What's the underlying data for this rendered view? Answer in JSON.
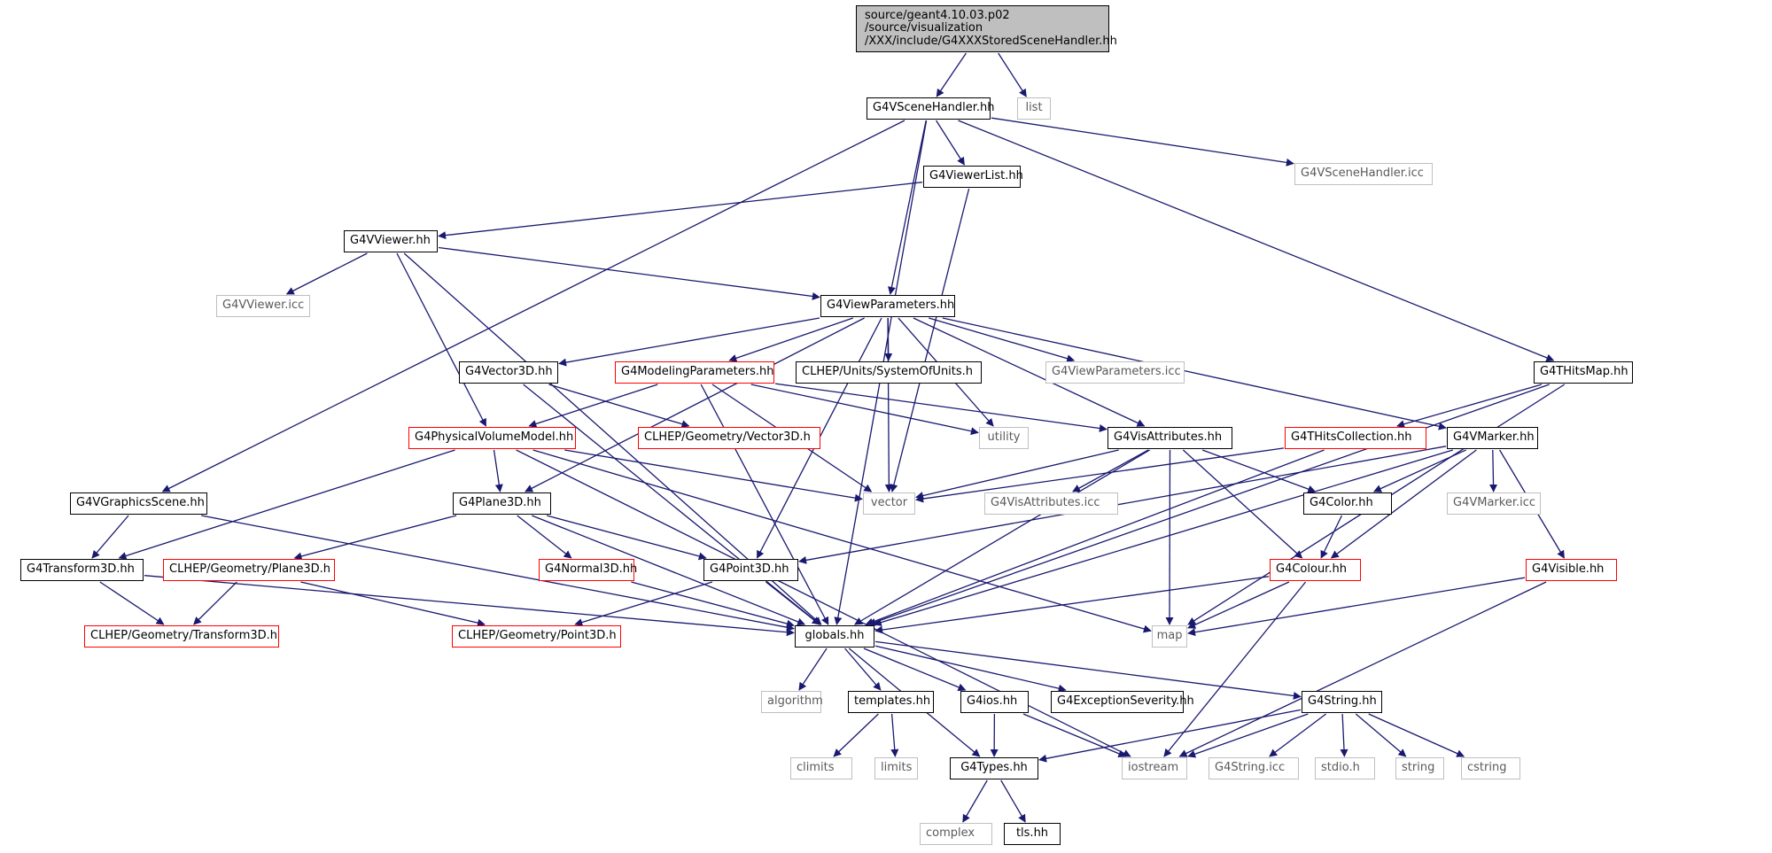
{
  "colors": {
    "edge": "#191970",
    "documented_border": "#000000",
    "partial_graph_border": "#ff0000",
    "external_border": "#bfbfbf",
    "focus_fill": "#bfbfbf"
  },
  "nodes": [
    {
      "id": "root",
      "lines": [
        "source/geant4.10.03.p02",
        "/source/visualization",
        "/XXX/include/G4XXXStoredSceneHandler.hh"
      ],
      "style": "focus"
    },
    {
      "id": "G4VSceneHandler",
      "lines": [
        "G4VSceneHandler.hh"
      ],
      "style": "linked"
    },
    {
      "id": "list",
      "lines": [
        "list"
      ],
      "style": "external"
    },
    {
      "id": "G4ViewerList",
      "lines": [
        "G4ViewerList.hh"
      ],
      "style": "linked"
    },
    {
      "id": "G4VSceneHandlerIcc",
      "lines": [
        "G4VSceneHandler.icc"
      ],
      "style": "external"
    },
    {
      "id": "G4VViewer",
      "lines": [
        "G4VViewer.hh"
      ],
      "style": "linked"
    },
    {
      "id": "G4VViewerIcc",
      "lines": [
        "G4VViewer.icc"
      ],
      "style": "external"
    },
    {
      "id": "G4ViewParameters",
      "lines": [
        "G4ViewParameters.hh"
      ],
      "style": "linked"
    },
    {
      "id": "G4Vector3D",
      "lines": [
        "G4Vector3D.hh"
      ],
      "style": "linked"
    },
    {
      "id": "G4ModelingParameters",
      "lines": [
        "G4ModelingParameters.hh"
      ],
      "style": "partial"
    },
    {
      "id": "SystemOfUnits",
      "lines": [
        "CLHEP/Units/SystemOfUnits.h"
      ],
      "style": "linked"
    },
    {
      "id": "G4ViewParametersIcc",
      "lines": [
        "G4ViewParameters.icc"
      ],
      "style": "external"
    },
    {
      "id": "G4THitsMap",
      "lines": [
        "G4THitsMap.hh"
      ],
      "style": "linked"
    },
    {
      "id": "G4PhysicalVolumeModel",
      "lines": [
        "G4PhysicalVolumeModel.hh"
      ],
      "style": "partial"
    },
    {
      "id": "CLHEPVector3D",
      "lines": [
        "CLHEP/Geometry/Vector3D.h"
      ],
      "style": "partial"
    },
    {
      "id": "utility",
      "lines": [
        "utility"
      ],
      "style": "external"
    },
    {
      "id": "G4VisAttributes",
      "lines": [
        "G4VisAttributes.hh"
      ],
      "style": "linked"
    },
    {
      "id": "G4THitsCollection",
      "lines": [
        "G4THitsCollection.hh"
      ],
      "style": "partial"
    },
    {
      "id": "G4VMarker",
      "lines": [
        "G4VMarker.hh"
      ],
      "style": "linked"
    },
    {
      "id": "G4VGraphicsScene",
      "lines": [
        "G4VGraphicsScene.hh"
      ],
      "style": "linked"
    },
    {
      "id": "G4Plane3D",
      "lines": [
        "G4Plane3D.hh"
      ],
      "style": "linked"
    },
    {
      "id": "vector",
      "lines": [
        "vector"
      ],
      "style": "external"
    },
    {
      "id": "G4VisAttributesIcc",
      "lines": [
        "G4VisAttributes.icc"
      ],
      "style": "external"
    },
    {
      "id": "G4Color",
      "lines": [
        "G4Color.hh"
      ],
      "style": "linked"
    },
    {
      "id": "G4VMarkerIcc",
      "lines": [
        "G4VMarker.icc"
      ],
      "style": "external"
    },
    {
      "id": "G4Transform3D",
      "lines": [
        "G4Transform3D.hh"
      ],
      "style": "linked"
    },
    {
      "id": "CLHEPPlane3D",
      "lines": [
        "CLHEP/Geometry/Plane3D.h"
      ],
      "style": "partial"
    },
    {
      "id": "G4Normal3D",
      "lines": [
        "G4Normal3D.hh"
      ],
      "style": "partial"
    },
    {
      "id": "G4Point3D",
      "lines": [
        "G4Point3D.hh"
      ],
      "style": "linked"
    },
    {
      "id": "G4Colour",
      "lines": [
        "G4Colour.hh"
      ],
      "style": "partial"
    },
    {
      "id": "G4Visible",
      "lines": [
        "G4Visible.hh"
      ],
      "style": "partial"
    },
    {
      "id": "CLHEPTransform3D",
      "lines": [
        "CLHEP/Geometry/Transform3D.h"
      ],
      "style": "partial"
    },
    {
      "id": "CLHEPPoint3D",
      "lines": [
        "CLHEP/Geometry/Point3D.h"
      ],
      "style": "partial"
    },
    {
      "id": "globals",
      "lines": [
        "globals.hh"
      ],
      "style": "linked"
    },
    {
      "id": "map",
      "lines": [
        "map"
      ],
      "style": "external"
    },
    {
      "id": "algorithm",
      "lines": [
        "algorithm"
      ],
      "style": "external"
    },
    {
      "id": "templates",
      "lines": [
        "templates.hh"
      ],
      "style": "linked"
    },
    {
      "id": "G4ios",
      "lines": [
        "G4ios.hh"
      ],
      "style": "linked"
    },
    {
      "id": "G4ExceptionSeverity",
      "lines": [
        "G4ExceptionSeverity.hh"
      ],
      "style": "linked"
    },
    {
      "id": "G4String",
      "lines": [
        "G4String.hh"
      ],
      "style": "linked"
    },
    {
      "id": "climits",
      "lines": [
        "climits"
      ],
      "style": "external"
    },
    {
      "id": "limits",
      "lines": [
        "limits"
      ],
      "style": "external"
    },
    {
      "id": "G4Types",
      "lines": [
        "G4Types.hh"
      ],
      "style": "linked"
    },
    {
      "id": "iostream",
      "lines": [
        "iostream"
      ],
      "style": "external"
    },
    {
      "id": "G4StringIcc",
      "lines": [
        "G4String.icc"
      ],
      "style": "external"
    },
    {
      "id": "stdio",
      "lines": [
        "stdio.h"
      ],
      "style": "external"
    },
    {
      "id": "string",
      "lines": [
        "string"
      ],
      "style": "external"
    },
    {
      "id": "cstring",
      "lines": [
        "cstring"
      ],
      "style": "external"
    },
    {
      "id": "complex",
      "lines": [
        "complex"
      ],
      "style": "external"
    },
    {
      "id": "tls",
      "lines": [
        "tls.hh"
      ],
      "style": "linked"
    }
  ],
  "edges": [
    [
      "root",
      "G4VSceneHandler"
    ],
    [
      "root",
      "list"
    ],
    [
      "G4VSceneHandler",
      "G4VGraphicsScene"
    ],
    [
      "G4VSceneHandler",
      "globals"
    ],
    [
      "G4VSceneHandler",
      "G4ViewParameters"
    ],
    [
      "G4VSceneHandler",
      "G4ViewerList"
    ],
    [
      "G4VSceneHandler",
      "G4THitsMap"
    ],
    [
      "G4VSceneHandler",
      "G4VSceneHandlerIcc"
    ],
    [
      "G4ViewerList",
      "G4VViewer"
    ],
    [
      "G4ViewerList",
      "vector"
    ],
    [
      "G4VViewer",
      "G4VViewerIcc"
    ],
    [
      "G4VViewer",
      "globals"
    ],
    [
      "G4VViewer",
      "G4PhysicalVolumeModel"
    ],
    [
      "G4VViewer",
      "G4ViewParameters"
    ],
    [
      "G4ViewParameters",
      "G4Plane3D"
    ],
    [
      "G4ViewParameters",
      "vector"
    ],
    [
      "G4ViewParameters",
      "G4Vector3D"
    ],
    [
      "G4ViewParameters",
      "G4ModelingParameters"
    ],
    [
      "G4ViewParameters",
      "SystemOfUnits"
    ],
    [
      "G4ViewParameters",
      "utility"
    ],
    [
      "G4ViewParameters",
      "G4ViewParametersIcc"
    ],
    [
      "G4ViewParameters",
      "G4VisAttributes"
    ],
    [
      "G4ViewParameters",
      "G4Point3D"
    ],
    [
      "G4ViewParameters",
      "G4VMarker"
    ],
    [
      "G4Vector3D",
      "globals"
    ],
    [
      "G4Vector3D",
      "CLHEPVector3D"
    ],
    [
      "G4ModelingParameters",
      "G4PhysicalVolumeModel"
    ],
    [
      "G4ModelingParameters",
      "globals"
    ],
    [
      "G4ModelingParameters",
      "vector"
    ],
    [
      "G4ModelingParameters",
      "utility"
    ],
    [
      "G4ModelingParameters",
      "G4VisAttributes"
    ],
    [
      "G4THitsMap",
      "G4THitsCollection"
    ],
    [
      "G4THitsMap",
      "globals"
    ],
    [
      "G4THitsMap",
      "map"
    ],
    [
      "G4PhysicalVolumeModel",
      "G4Plane3D"
    ],
    [
      "G4PhysicalVolumeModel",
      "G4Transform3D"
    ],
    [
      "G4PhysicalVolumeModel",
      "vector"
    ],
    [
      "G4PhysicalVolumeModel",
      "map"
    ],
    [
      "G4PhysicalVolumeModel",
      "iostream"
    ],
    [
      "G4VisAttributes",
      "vector"
    ],
    [
      "G4VisAttributes",
      "G4VisAttributesIcc"
    ],
    [
      "G4VisAttributes",
      "G4Color"
    ],
    [
      "G4VisAttributes",
      "G4Colour"
    ],
    [
      "G4VisAttributes",
      "map"
    ],
    [
      "G4VisAttributes",
      "globals"
    ],
    [
      "G4THitsCollection",
      "vector"
    ],
    [
      "G4THitsCollection",
      "globals"
    ],
    [
      "G4VMarker",
      "G4Color"
    ],
    [
      "G4VMarker",
      "G4VMarkerIcc"
    ],
    [
      "G4VMarker",
      "G4Point3D"
    ],
    [
      "G4VMarker",
      "globals"
    ],
    [
      "G4VMarker",
      "G4Colour"
    ],
    [
      "G4VMarker",
      "G4Visible"
    ],
    [
      "G4VGraphicsScene",
      "G4Transform3D"
    ],
    [
      "G4VGraphicsScene",
      "globals"
    ],
    [
      "G4Plane3D",
      "CLHEPPlane3D"
    ],
    [
      "G4Plane3D",
      "G4Normal3D"
    ],
    [
      "G4Plane3D",
      "G4Point3D"
    ],
    [
      "G4Plane3D",
      "globals"
    ],
    [
      "G4Color",
      "G4Colour"
    ],
    [
      "G4Transform3D",
      "CLHEPTransform3D"
    ],
    [
      "G4Transform3D",
      "globals"
    ],
    [
      "CLHEPPlane3D",
      "CLHEPTransform3D"
    ],
    [
      "CLHEPPlane3D",
      "CLHEPPoint3D"
    ],
    [
      "G4Normal3D",
      "globals"
    ],
    [
      "G4Point3D",
      "CLHEPPoint3D"
    ],
    [
      "G4Point3D",
      "globals"
    ],
    [
      "G4Colour",
      "globals"
    ],
    [
      "G4Colour",
      "map"
    ],
    [
      "G4Colour",
      "iostream"
    ],
    [
      "G4Visible",
      "map"
    ],
    [
      "G4Visible",
      "iostream"
    ],
    [
      "globals",
      "algorithm"
    ],
    [
      "globals",
      "templates"
    ],
    [
      "globals",
      "G4ios"
    ],
    [
      "globals",
      "G4ExceptionSeverity"
    ],
    [
      "globals",
      "G4String"
    ],
    [
      "globals",
      "G4Types"
    ],
    [
      "templates",
      "climits"
    ],
    [
      "templates",
      "limits"
    ],
    [
      "G4ios",
      "G4Types"
    ],
    [
      "G4ios",
      "iostream"
    ],
    [
      "G4String",
      "G4Types"
    ],
    [
      "G4String",
      "iostream"
    ],
    [
      "G4String",
      "G4StringIcc"
    ],
    [
      "G4String",
      "stdio"
    ],
    [
      "G4String",
      "string"
    ],
    [
      "G4String",
      "cstring"
    ],
    [
      "G4Types",
      "complex"
    ],
    [
      "G4Types",
      "tls"
    ]
  ]
}
